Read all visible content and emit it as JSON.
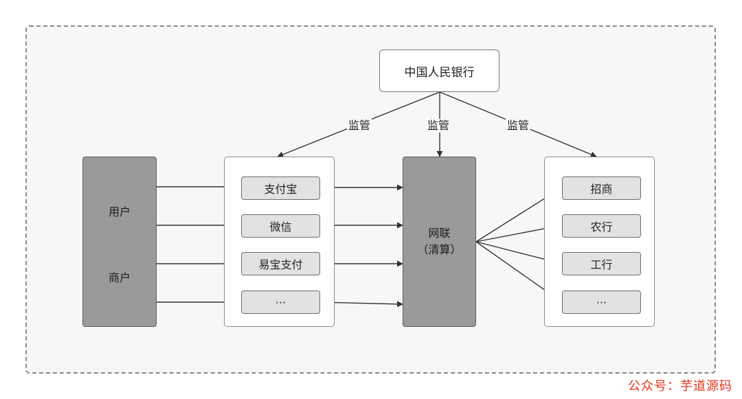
{
  "diagram": {
    "regulator": "中国人民银行",
    "edge_label": "监管",
    "users": {
      "line1": "用户",
      "line2": "商户"
    },
    "payment_institutions": [
      "支付宝",
      "微信",
      "易宝支付",
      "···"
    ],
    "clearing": {
      "line1": "网联",
      "line2": "（清算）"
    },
    "banks": [
      "招商",
      "农行",
      "工行",
      "···"
    ]
  },
  "watermark": "公众号：芋道源码",
  "colors": {
    "frame_border": "#8a8a8a",
    "frame_fill": "#f7f7f7",
    "dark_box_fill": "#9a9a9a",
    "item_fill": "#e2e2e2",
    "arrow": "#333333",
    "watermark": "#e5341d"
  }
}
